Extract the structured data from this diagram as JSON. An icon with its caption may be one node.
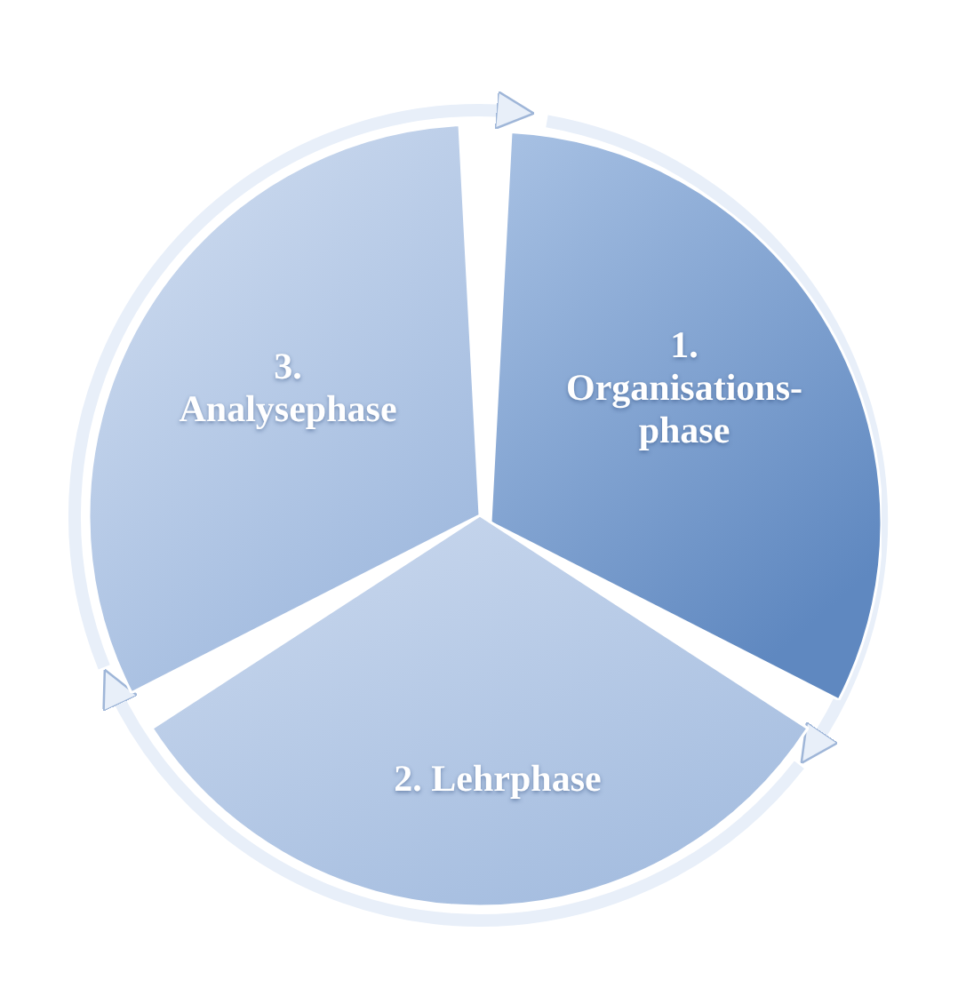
{
  "diagram": {
    "nodes": [
      {
        "text": [
          "1. Organisations-phase"
        ]
      },
      {
        "text": [
          "2. Lehrphase"
        ]
      },
      {
        "text": [
          "3. Analysephase"
        ]
      }
    ],
    "edges": [
      {
        "from": 0,
        "to": 1,
        "arrow": "to"
      },
      {
        "from": 1,
        "to": 2,
        "arrow": "to"
      },
      {
        "from": 2,
        "to": 0,
        "arrow": "to"
      }
    ]
  }
}
